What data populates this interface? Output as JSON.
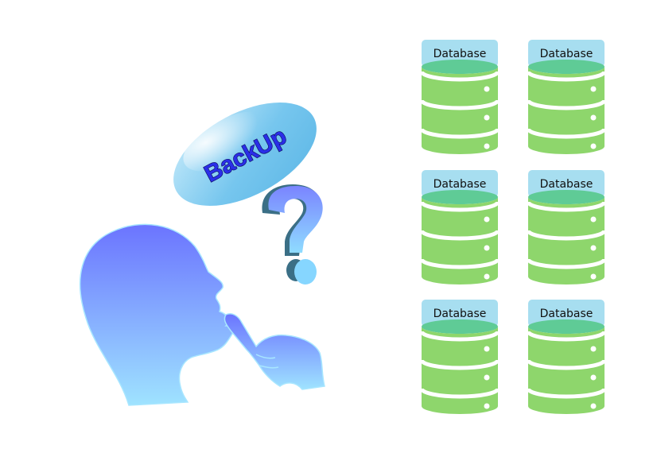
{
  "bubble": {
    "text": "BackUp"
  },
  "question_icon": "question-mark-icon",
  "person_icon": "thinking-person-silhouette",
  "databases": [
    {
      "label": "Database"
    },
    {
      "label": "Database"
    },
    {
      "label": "Database"
    },
    {
      "label": "Database"
    },
    {
      "label": "Database"
    },
    {
      "label": "Database"
    }
  ],
  "colors": {
    "db_green": "#8ed66c",
    "db_header": "#a7def0",
    "db_top": "#5fcb96",
    "person_top": "#6b74ff",
    "person_bottom": "#9fe0ff",
    "bubble": "#7ec9ee"
  }
}
